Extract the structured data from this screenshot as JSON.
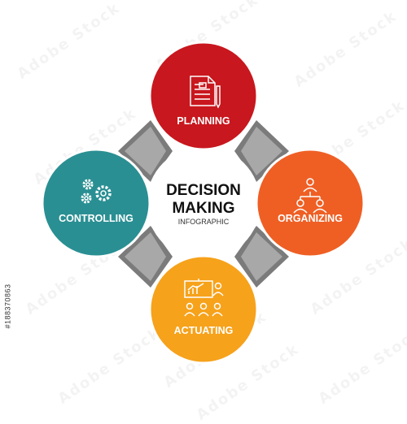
{
  "center": {
    "line1": "DECISION",
    "line2": "MAKING",
    "subtitle": "INFOGRAPHIC"
  },
  "stages": [
    {
      "label": "PLANNING",
      "color": "#c8171e",
      "icon": "document-pencil-icon"
    },
    {
      "label": "ORGANIZING",
      "color": "#ef5f24",
      "icon": "org-chart-icon"
    },
    {
      "label": "ACTUATING",
      "color": "#f6a21b",
      "icon": "presentation-team-icon"
    },
    {
      "label": "CONTROLLING",
      "color": "#2a8f93",
      "icon": "gears-icon"
    }
  ],
  "connector_color": "#7b7b7b",
  "watermark": "Adobe Stock",
  "side_id": "#188370863"
}
